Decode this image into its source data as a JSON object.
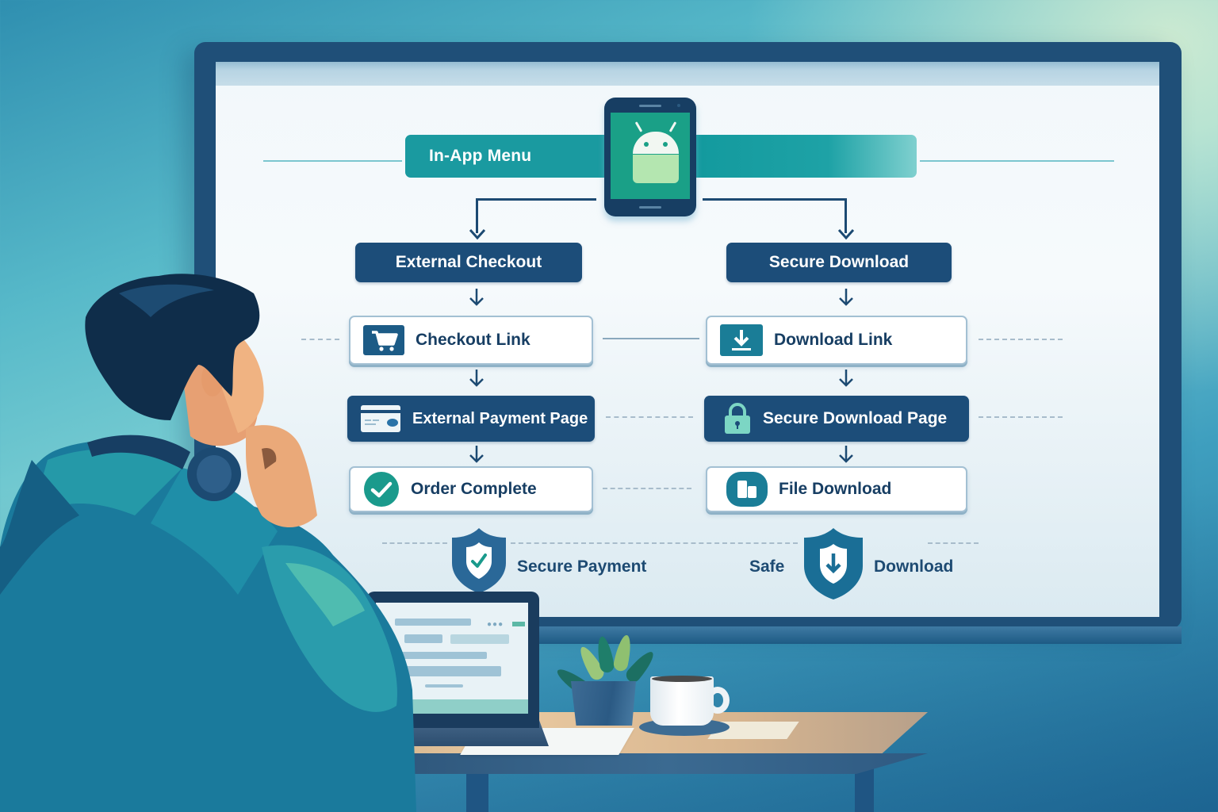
{
  "scene": {
    "description": "Person at desk viewing a large monitor showing an app flow diagram",
    "colors": {
      "navy": "#1c4d79",
      "teal": "#1a9aa0",
      "screen_bg": "#f4f9fb",
      "accent_green": "#1aa087",
      "border_light": "#a3c0d3"
    }
  },
  "diagram": {
    "header": {
      "label": "In-App Menu",
      "center_icon": "android-phone-icon"
    },
    "branches": [
      {
        "title": "External Checkout",
        "steps": [
          {
            "label": "Checkout Link",
            "icon": "shopping-cart-icon",
            "style": "light"
          },
          {
            "label": "External Payment Page",
            "icon": "credit-card-icon",
            "style": "dark"
          },
          {
            "label": "Order Complete",
            "icon": "check-circle-icon",
            "style": "light"
          }
        ],
        "badge": {
          "label": "Secure Payment",
          "icon": "shield-check-icon"
        }
      },
      {
        "title": "Secure Download",
        "steps": [
          {
            "label": "Download Link",
            "icon": "download-icon",
            "style": "light"
          },
          {
            "label": "Secure Download Page",
            "icon": "lock-icon",
            "style": "dark"
          },
          {
            "label": "File Download",
            "icon": "file-icon",
            "style": "light"
          }
        ],
        "badge": {
          "label_left": "Safe",
          "label_right": "Download",
          "icon": "shield-download-icon"
        }
      }
    ]
  }
}
